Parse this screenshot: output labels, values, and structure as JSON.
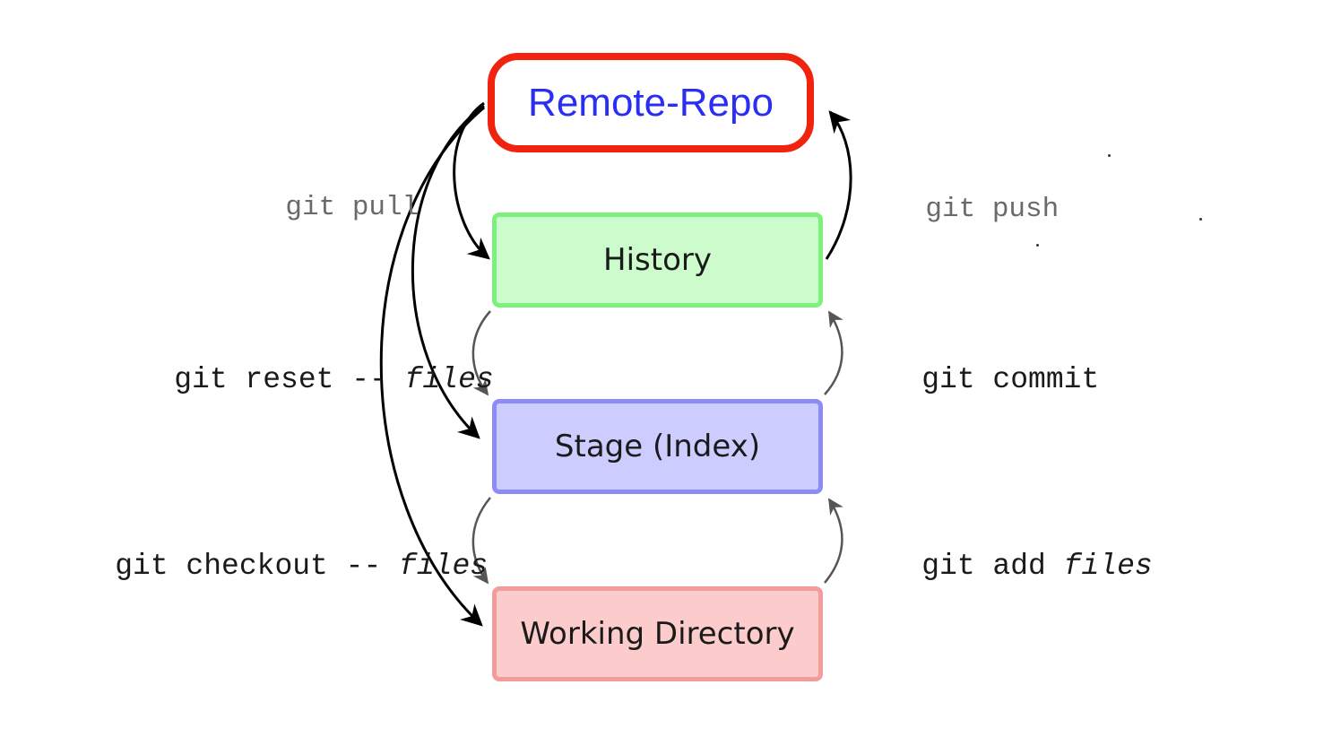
{
  "nodes": {
    "remote_repo": {
      "label": "Remote-Repo",
      "color": "#2a2ef5",
      "border": "#f0230f"
    },
    "history": {
      "label": "History",
      "fill": "#ccfccc",
      "border": "#7ef07e"
    },
    "stage": {
      "label": "Stage (Index)",
      "fill": "#ccccfe",
      "border": "#8c8cf6"
    },
    "working_directory": {
      "label": "Working Directory",
      "fill": "#fccccc",
      "border": "#f29c9c"
    }
  },
  "commands": {
    "git_pull": {
      "label": "git pull"
    },
    "git_push": {
      "label": "git push"
    },
    "git_reset": {
      "label": "git reset -- ",
      "arg": "files"
    },
    "git_commit": {
      "label": "git commit"
    },
    "git_checkout": {
      "label": "git checkout -- ",
      "arg": "files"
    },
    "git_add": {
      "label": "git add ",
      "arg": "files"
    }
  },
  "edges": [
    {
      "name": "edge-pull-history",
      "from": "remote_repo",
      "to": "history",
      "color": "#000000"
    },
    {
      "name": "edge-pull-stage",
      "from": "remote_repo",
      "to": "stage",
      "color": "#000000"
    },
    {
      "name": "edge-pull-working",
      "from": "remote_repo",
      "to": "working_directory",
      "color": "#000000"
    },
    {
      "name": "edge-push",
      "from": "history",
      "to": "remote_repo",
      "color": "#000000"
    },
    {
      "name": "edge-reset",
      "from": "history",
      "to": "stage",
      "color": "#555555"
    },
    {
      "name": "edge-checkout",
      "from": "stage",
      "to": "working_directory",
      "color": "#555555"
    },
    {
      "name": "edge-commit",
      "from": "stage",
      "to": "history",
      "color": "#555555"
    },
    {
      "name": "edge-add",
      "from": "working_directory",
      "to": "stage",
      "color": "#555555"
    }
  ]
}
